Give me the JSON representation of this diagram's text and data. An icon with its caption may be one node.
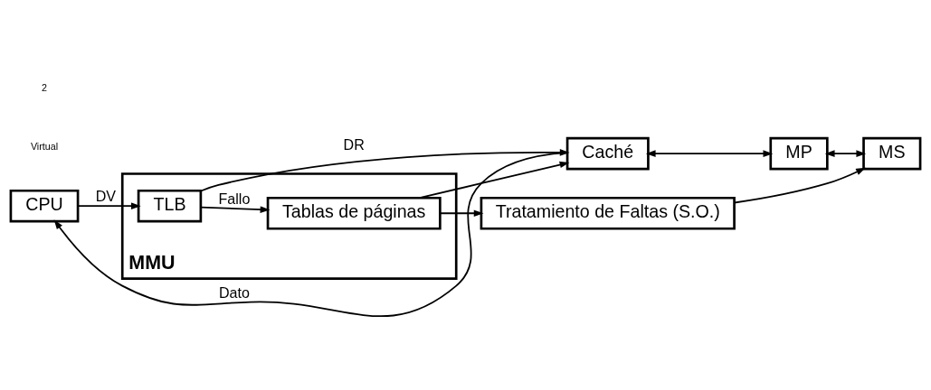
{
  "diagram": {
    "nodes": [
      {
        "text": [
          "CPU"
        ]
      },
      {
        "text": [
          "MMU"
        ]
      },
      {
        "text": [
          "TLB"
        ],
        "in": 1
      },
      {
        "text": [
          "Tablas de páginas"
        ],
        "in": 1
      },
      {
        "text": [
          "Caché"
        ]
      },
      {
        "text": [
          "MP"
        ]
      },
      {
        "text": [
          "MS"
        ]
      },
      {
        "text": [
          "Tratamiento de Faltas (S.O.)"
        ]
      }
    ],
    "edges": [
      {
        "from": 0,
        "to": 2,
        "arrow": "to",
        "label": "DV"
      },
      {
        "from": 2,
        "to": 4,
        "arrow": "to",
        "label": "DR"
      },
      {
        "from": 2,
        "to": 3,
        "arrow": "to",
        "label": "Fallo"
      },
      {
        "from": 3,
        "to": 4,
        "arrow": "to"
      },
      {
        "from": 3,
        "to": 7,
        "arrow": "to"
      },
      {
        "from": 4,
        "to": 0,
        "arrow": "to",
        "label": "Dato"
      },
      {
        "from": 4,
        "to": 5,
        "arrow": "both"
      },
      {
        "from": 5,
        "to": 6,
        "arrow": "both"
      },
      {
        "from": 7,
        "to": 6,
        "arrow": "to"
      }
    ],
    "labels": [
      "Virtual",
      "2"
    ]
  }
}
